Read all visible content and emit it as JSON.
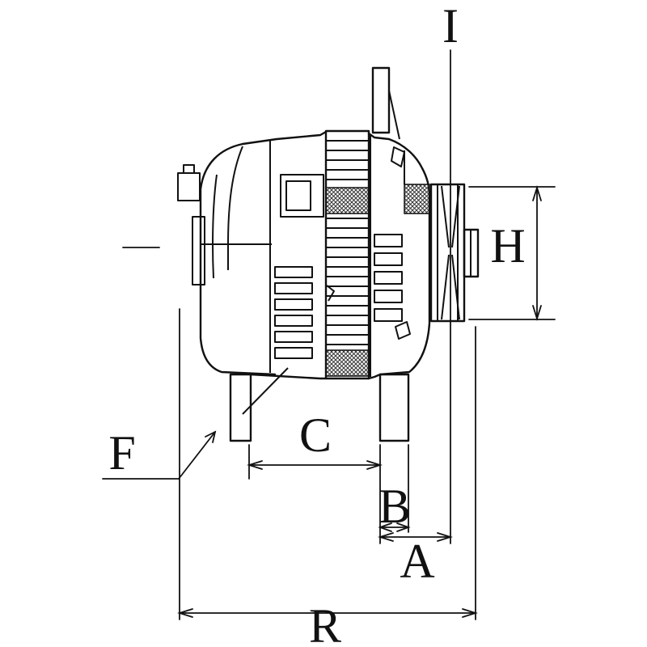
{
  "drawing": {
    "background_color": "#ffffff",
    "stroke_color": "#111111",
    "labels": {
      "I": "I",
      "H": "H",
      "F": "F",
      "C": "C",
      "B": "B",
      "A": "A",
      "R": "R"
    }
  }
}
